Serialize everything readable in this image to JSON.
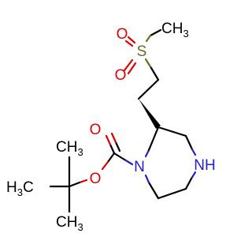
{
  "molecule": {
    "atom_labels": {
      "sulfur": "S",
      "sulfonyl_oxygen_top": "O",
      "sulfonyl_oxygen_bottom": "O",
      "methyl_on_sulfur": "CH",
      "methyl_on_sulfur_subscript": "3",
      "ring_nitrogen_boc": "N",
      "ring_amine": "NH",
      "carbonyl_oxygen": "O",
      "ester_oxygen": "O",
      "tbu_methyl_top": "CH",
      "tbu_methyl_top_subscript": "3",
      "tbu_methyl_left_prefix": "H",
      "tbu_methyl_left_prefix_subscript": "3",
      "tbu_methyl_left_suffix": "C",
      "tbu_methyl_bottom": "CH",
      "tbu_methyl_bottom_subscript": "3"
    },
    "colors": {
      "carbon": "#000000",
      "nitrogen": "#2020d0",
      "oxygen": "#e00000",
      "sulfur": "#6b6b1f"
    }
  }
}
